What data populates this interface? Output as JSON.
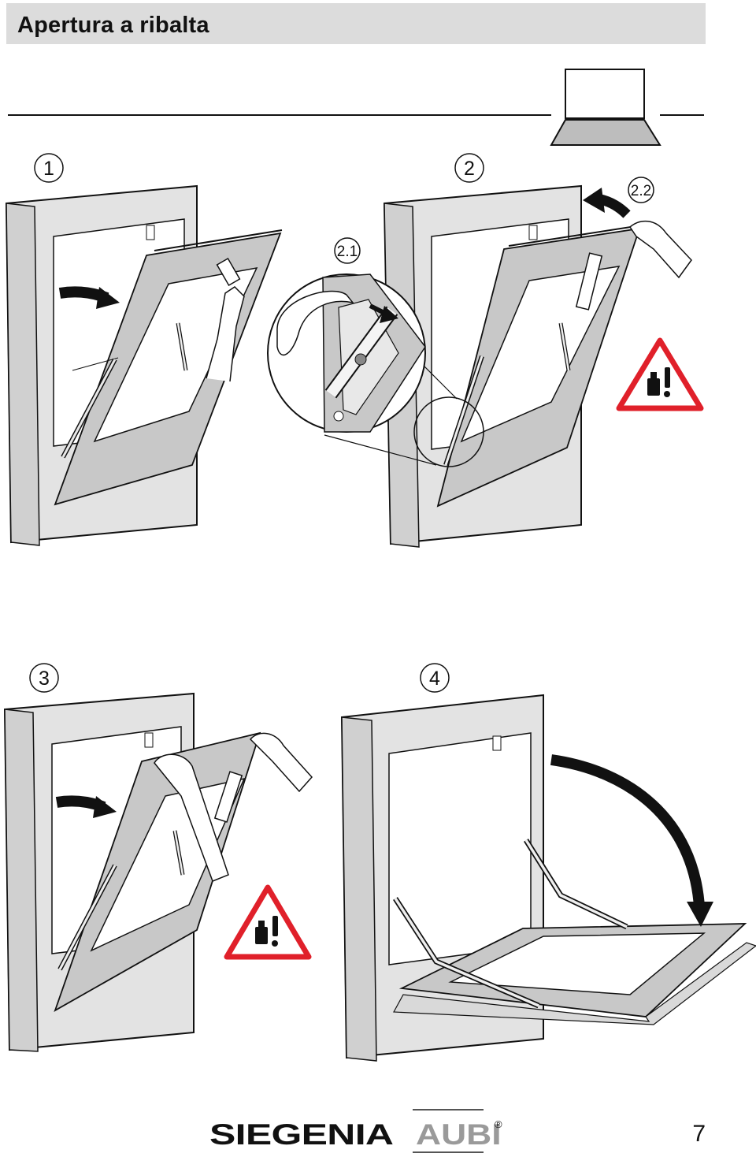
{
  "header": {
    "title": "Apertura a ribalta"
  },
  "steps": [
    {
      "number": "1"
    },
    {
      "number": "2",
      "substeps": [
        "2.1",
        "2.2"
      ]
    },
    {
      "number": "3"
    },
    {
      "number": "4"
    }
  ],
  "footer": {
    "brand_primary": "SIEGENIA",
    "brand_secondary": "AUBI",
    "registered": "®",
    "page_number": "7"
  },
  "colors": {
    "header_bg": "#dcdcdc",
    "frame_fill": "#e3e3e3",
    "sash_fill": "#c8c8c8",
    "warning_red": "#e0202a",
    "arrow": "#111111"
  },
  "icons": [
    "ceiling-tilt-window-icon",
    "curved-arrow-icon",
    "warning-weight-icon",
    "detail-magnifier-icon"
  ]
}
